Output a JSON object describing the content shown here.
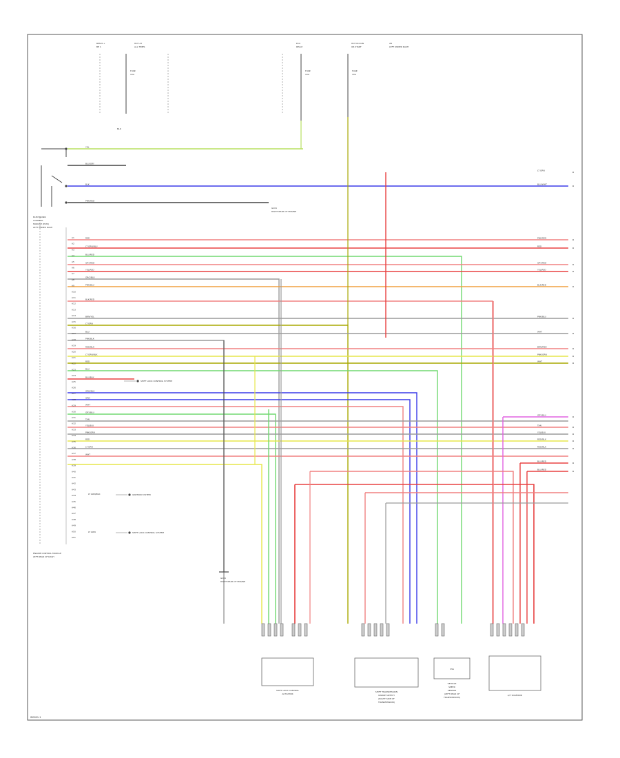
{
  "colors": {
    "frame": "#555555",
    "ground": "#444444",
    "yellow": "#e6e64a",
    "yellow_green": "#b8e060",
    "blue": "#3a3ae8",
    "pink": "#f08080",
    "red": "#e84040",
    "green": "#70d870",
    "orange": "#f0a040",
    "gray": "#9a9a9a",
    "violet": "#e060e0",
    "olive": "#a8a800"
  },
  "diagram": {
    "footer_code": "W0001-1",
    "top_labels": [
      {
        "name": "top-label-1",
        "line1": "BEN 8 +",
        "line2": "BE 1"
      },
      {
        "name": "top-label-2",
        "line1": "HOT AT",
        "line2": "ALL TIMES"
      },
      {
        "name": "top-label-3",
        "line1": "ECU",
        "line2": "RELAY"
      },
      {
        "name": "top-label-4",
        "line1": "HOT IN RUN",
        "line2": "OR START"
      },
      {
        "name": "top-label-5",
        "line1": "2B",
        "line2": "LEFT UNDER DASH"
      }
    ],
    "fuse_labels": [
      {
        "name": "fuse-label-1",
        "line1": "FUSE",
        "line2": "10A"
      },
      {
        "name": "fuse-label-2",
        "line1": "FUSE",
        "line2": "10A"
      },
      {
        "name": "fuse-label-3",
        "line1": "FUSE",
        "line2": "10A"
      }
    ],
    "ecm": {
      "title_lines": [
        "ELECTRONIC",
        "CONTROL",
        "MODULE (ECM)",
        "LEFT UNDER DASH"
      ],
      "bottom_lines": [
        "ENGINE CONTROL MODULE",
        "LEFT REAR OF DASH"
      ],
      "pins": [
        "A1",
        "A2",
        "A3",
        "A4",
        "A5",
        "A6",
        "A7",
        "A8",
        "A9",
        "A10",
        "A11",
        "A12",
        "A13",
        "A14",
        "A15",
        "A16",
        "A17",
        "A18",
        "A19",
        "A20",
        "A21",
        "A22",
        "A23",
        "A24",
        "A25",
        "A26",
        "A27",
        "A28",
        "A29",
        "A30",
        "A31",
        "A32",
        "A33",
        "A34",
        "A35",
        "A36",
        "A37",
        "A38",
        "A39",
        "A40",
        "A41",
        "A42",
        "A43",
        "A44",
        "A45",
        "A46",
        "A47",
        "A48",
        "A49",
        "A50",
        "A51"
      ]
    },
    "wires": [
      {
        "name": "wire-yel",
        "label": "YEL"
      },
      {
        "name": "wire-blu-gry-a",
        "label": "BLU/GRY"
      },
      {
        "name": "wire-blk-a",
        "label": "BLK"
      },
      {
        "name": "wire-pnk-red",
        "label": "PNK/RED"
      },
      {
        "name": "wire-red",
        "label": "RED"
      },
      {
        "name": "wire-lt-grn",
        "label": "LT GRN/BLU"
      },
      {
        "name": "wire-blu-red",
        "label": "BLU/RED"
      },
      {
        "name": "wire-gry-red",
        "label": "GRY/RED"
      },
      {
        "name": "wire-yel-red",
        "label": "YEL/RED"
      },
      {
        "name": "wire-org-blu",
        "label": "ORG/BLU"
      },
      {
        "name": "wire-pnk-blu",
        "label": "PNK/BLU"
      },
      {
        "name": "wire-blk-red",
        "label": "BLK/RED"
      },
      {
        "name": "wire-brn-yel",
        "label": "BRN/YEL"
      },
      {
        "name": "wire-lt-grn-b",
        "label": "LT GRN"
      },
      {
        "name": "wire-blu",
        "label": "BLU"
      },
      {
        "name": "wire-pnk-blk",
        "label": "PNK/BLK"
      },
      {
        "name": "wire-red-blk",
        "label": "RED/BLK"
      },
      {
        "name": "wire-lt-grn-c",
        "label": "LT GRN/BLK"
      },
      {
        "name": "wire-red-2",
        "label": "RED"
      },
      {
        "name": "wire-blu-2",
        "label": "BLU"
      },
      {
        "name": "wire-blu-blk",
        "label": "BLU/BLK"
      },
      {
        "name": "wire-grn-blu",
        "label": "GRN/BLU"
      },
      {
        "name": "wire-grn",
        "label": "GRN"
      },
      {
        "name": "wire-wht",
        "label": "WHT"
      },
      {
        "name": "wire-gry-blu",
        "label": "GRY/BLU"
      },
      {
        "name": "wire-tan",
        "label": "TAN"
      },
      {
        "name": "wire-yel-blu",
        "label": "YEL/BLU"
      },
      {
        "name": "wire-pnk-grn",
        "label": "PNK/GRN"
      },
      {
        "name": "wire-red-3",
        "label": "RED"
      },
      {
        "name": "wire-lt-grn-d",
        "label": "LT GRN"
      },
      {
        "name": "wire-wht-2",
        "label": "WHT"
      }
    ],
    "right_labels": [
      {
        "name": "right-label-1",
        "label": "LT GRN"
      },
      {
        "name": "right-label-2",
        "label": "BLU/WHT"
      },
      {
        "name": "right-label-3",
        "label": "PNK/RED"
      },
      {
        "name": "right-label-4",
        "label": "RED"
      },
      {
        "name": "right-label-5",
        "label": "GRY/RED"
      },
      {
        "name": "right-label-6",
        "label": "YEL/RED"
      },
      {
        "name": "right-label-7",
        "label": "BLK/RED"
      },
      {
        "name": "right-label-8",
        "label": "PNK/BLU"
      },
      {
        "name": "right-label-9",
        "label": "WHT"
      },
      {
        "name": "right-label-10",
        "label": "BRN/RED"
      },
      {
        "name": "right-label-11",
        "label": "PNK/GRN"
      },
      {
        "name": "right-label-12",
        "label": "WHT"
      },
      {
        "name": "right-label-13",
        "label": "GRY/BLU"
      },
      {
        "name": "right-label-14",
        "label": "TAN"
      },
      {
        "name": "right-label-15",
        "label": "YEL/BLU"
      },
      {
        "name": "right-label-16",
        "label": "RED/BLK"
      },
      {
        "name": "right-label-17",
        "label": "RED/BLK"
      },
      {
        "name": "right-label-18",
        "label": "BLU/RED"
      },
      {
        "name": "right-label-19",
        "label": "BLU/RED"
      }
    ],
    "ground_labels": [
      {
        "name": "ground-label-1",
        "line1": "G101",
        "line2": "RIGHT REAR OF ENGINE"
      },
      {
        "name": "ground-label-2",
        "line1": "G101",
        "line2": "RIGHT REAR OF ENGINE"
      }
    ],
    "system_refs": [
      {
        "name": "ref-shift-lock",
        "label": "SHIFT LOCK CONTROL SYSTEM"
      },
      {
        "name": "ref-ignition",
        "label": "IGNITION SYSTEM"
      },
      {
        "name": "ref-shift-lock-2",
        "label": "SHIFT LOCK CONTROL SYSTEM"
      }
    ],
    "components": [
      {
        "name": "comp-shift-lock-solenoid",
        "lines": [
          "SHIFT LOCK CONTROL",
          "ACTUATOR"
        ]
      },
      {
        "name": "comp-transmission-range",
        "lines": [
          "SHIFT TRANSMISSION",
          "RANGE SWITCH",
          "(RIGHT SIDE OF",
          "TRANSMISSION)"
        ]
      },
      {
        "name": "comp-speed-sensor",
        "lines": [
          "VEHICLE",
          "SPEED",
          "SENSOR",
          "(LEFT REAR OF",
          "TRANSMISSION)"
        ]
      },
      {
        "name": "comp-solenoid-pack",
        "lines": [
          "A/T SOLENOID"
        ]
      }
    ],
    "speed_sensor_text": "VSS"
  }
}
